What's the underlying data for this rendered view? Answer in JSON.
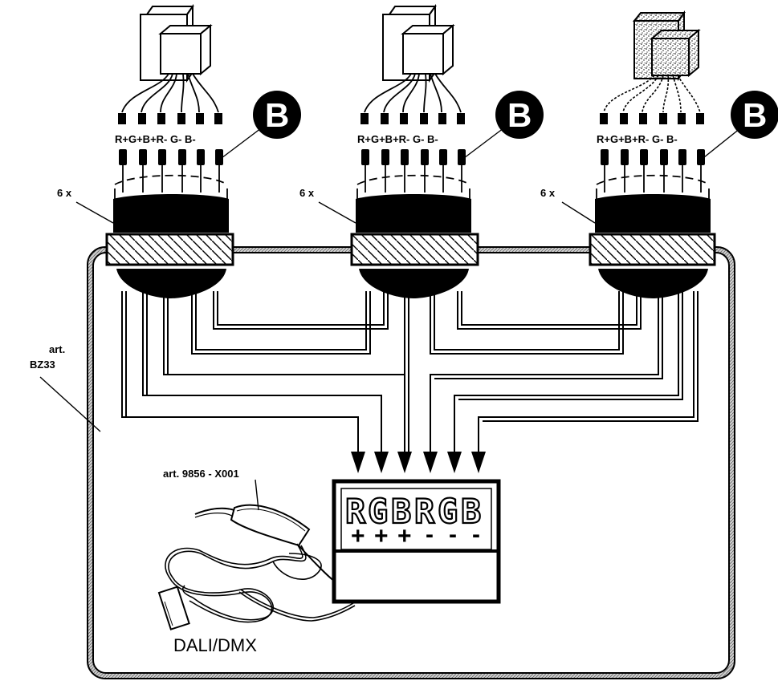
{
  "luminaires": [
    {
      "count_label": "6 x",
      "pin_labels": "R+G+B+R- G- B-",
      "badge": "B",
      "style": "outline"
    },
    {
      "count_label": "6 x",
      "pin_labels": "R+G+B+R- G- B-",
      "badge": "B",
      "style": "outline"
    },
    {
      "count_label": "6 x",
      "pin_labels": "R+G+B+R- G- B-",
      "badge": "B",
      "style": "dotted"
    }
  ],
  "enclosure": {
    "label_line1": "art.",
    "label_line2": "BZ33"
  },
  "controller": {
    "channels": [
      "R",
      "G",
      "B",
      "R",
      "G",
      "B"
    ],
    "polarity": [
      "+",
      "+",
      "+",
      "-",
      "-",
      "-"
    ]
  },
  "module": {
    "label": "art.  9856 - X001"
  },
  "bus": {
    "label": "DALI/DMX"
  }
}
